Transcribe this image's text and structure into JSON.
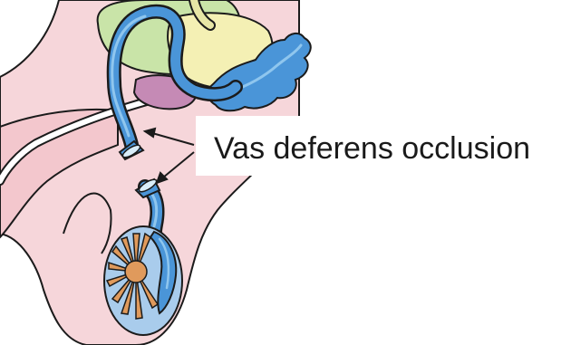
{
  "annotation": {
    "label": "Vas deferens occlusion",
    "arrow_count": 2
  },
  "illustration": {
    "subject": "male reproductive anatomy with occluded vas deferens",
    "icons": [
      "bladder",
      "prostate",
      "seminal-vesicle",
      "vas-deferens",
      "urethra",
      "penis",
      "testis",
      "epididymis"
    ]
  },
  "colors": {
    "skin": "#f6d6da",
    "outline": "#1b1b1b",
    "vas_deferens": "#4a95d8",
    "vas_highlight": "#8fc6ee",
    "bladder": "#c9e4a8",
    "prostate_yellow": "#f4f0b4",
    "gland_purple": "#c58ab5",
    "testis_fill": "#a9ccec",
    "seminiferous_tubules": "#e09a5c",
    "label_text": "#1a1a1a"
  }
}
